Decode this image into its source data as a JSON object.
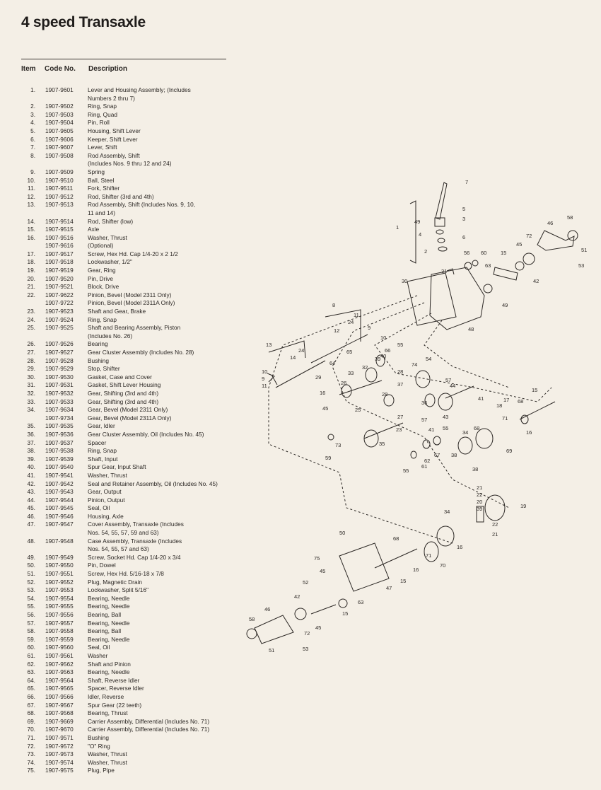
{
  "title": "4 speed Transaxle",
  "headers": {
    "item": "Item",
    "code": "Code No.",
    "description": "Description"
  },
  "rows": [
    {
      "item": "1.",
      "code": "1907-9601",
      "desc": "Lever and Housing Assembly; (Includes\nNumbers 2 thru 7)"
    },
    {
      "item": "2.",
      "code": "1907-9502",
      "desc": "Ring, Snap"
    },
    {
      "item": "3.",
      "code": "1907-9503",
      "desc": "Ring, Quad"
    },
    {
      "item": "4.",
      "code": "1907-9504",
      "desc": "Pin, Roll"
    },
    {
      "item": "5.",
      "code": "1907-9605",
      "desc": "Housing, Shift Lever"
    },
    {
      "item": "6.",
      "code": "1907-9606",
      "desc": "Keeper, Shift Lever"
    },
    {
      "item": "7.",
      "code": "1907-9607",
      "desc": "Lever, Shift"
    },
    {
      "item": "8.",
      "code": "1907-9508",
      "desc": "Rod Assembly, Shift\n(Includes Nos. 9 thru 12 and 24)"
    },
    {
      "item": "9.",
      "code": "1907-9509",
      "desc": "Spring"
    },
    {
      "item": "10.",
      "code": "1907-9510",
      "desc": "Ball, Steel"
    },
    {
      "item": "11.",
      "code": "1907-9511",
      "desc": "Fork, Shifter"
    },
    {
      "item": "12.",
      "code": "1907-9512",
      "desc": "Rod, Shifter (3rd and 4th)"
    },
    {
      "item": "13.",
      "code": "1907-9513",
      "desc": "Rod Assembly, Shift (Includes Nos. 9, 10,\n11 and 14)"
    },
    {
      "item": "14.",
      "code": "1907-9514",
      "desc": "Rod, Shifter (low)"
    },
    {
      "item": "15.",
      "code": "1907-9515",
      "desc": "Axle"
    },
    {
      "item": "16.",
      "code": "1907-9516",
      "desc": "Washer, Thrust"
    },
    {
      "item": "",
      "code": "1907-9616",
      "desc": "(Optional)"
    },
    {
      "item": "17.",
      "code": "1907-9517",
      "desc": "Screw, Hex Hd. Cap 1/4-20 x 2 1/2"
    },
    {
      "item": "18.",
      "code": "1907-9518",
      "desc": "Lockwasher, 1/2\""
    },
    {
      "item": "19.",
      "code": "1907-9519",
      "desc": "Gear, Ring"
    },
    {
      "item": "20.",
      "code": "1907-9520",
      "desc": "Pin, Drive"
    },
    {
      "item": "21.",
      "code": "1907-9521",
      "desc": "Block, Drive"
    },
    {
      "item": "22.",
      "code": "1907-9622",
      "desc": "Pinion, Bevel (Model 2311 Only)"
    },
    {
      "item": "",
      "code": "1907-9722",
      "desc": "Pinion, Bevel (Model 2311A Only)"
    },
    {
      "item": "23.",
      "code": "1907-9523",
      "desc": "Shaft and Gear, Brake"
    },
    {
      "item": "24.",
      "code": "1907-9524",
      "desc": "Ring, Snap"
    },
    {
      "item": "25.",
      "code": "1907-9525",
      "desc": "Shaft and Bearing Assembly, Piston\n(Includes No. 26)"
    },
    {
      "item": "26.",
      "code": "1907-9526",
      "desc": "Bearing"
    },
    {
      "item": "27.",
      "code": "1907-9527",
      "desc": "Gear Cluster Assembly (Includes No. 28)"
    },
    {
      "item": "28.",
      "code": "1907-9528",
      "desc": "Bushing"
    },
    {
      "item": "29.",
      "code": "1907-9529",
      "desc": "Stop, Shifter"
    },
    {
      "item": "30.",
      "code": "1907-9530",
      "desc": "Gasket, Case and Cover"
    },
    {
      "item": "31.",
      "code": "1907-9531",
      "desc": "Gasket, Shift Lever Housing"
    },
    {
      "item": "32.",
      "code": "1907-9532",
      "desc": "Gear, Shifting (3rd and 4th)"
    },
    {
      "item": "33.",
      "code": "1907-9533",
      "desc": "Gear, Shifting (3rd and 4th)"
    },
    {
      "item": "34.",
      "code": "1907-9634",
      "desc": "Gear, Bevel (Model 2311 Only)"
    },
    {
      "item": "",
      "code": "1907-9734",
      "desc": "Gear, Bevel (Model 2311A Only)"
    },
    {
      "item": "35.",
      "code": "1907-9535",
      "desc": "Gear, Idler"
    },
    {
      "item": "36.",
      "code": "1907-9536",
      "desc": "Gear Cluster Assembly, Oil (Includes No. 45)"
    },
    {
      "item": "37.",
      "code": "1907-9537",
      "desc": "Spacer"
    },
    {
      "item": "38.",
      "code": "1907-9538",
      "desc": "Ring, Snap"
    },
    {
      "item": "39.",
      "code": "1907-9539",
      "desc": "Shaft, Input"
    },
    {
      "item": "40.",
      "code": "1907-9540",
      "desc": "Spur Gear, Input Shaft"
    },
    {
      "item": "41.",
      "code": "1907-9541",
      "desc": "Washer, Thrust"
    },
    {
      "item": "42.",
      "code": "1907-9542",
      "desc": "Seal and Retainer Assembly, Oil (Includes No. 45)"
    },
    {
      "item": "43.",
      "code": "1907-9543",
      "desc": "Gear, Output"
    },
    {
      "item": "44.",
      "code": "1907-9544",
      "desc": "Pinion, Output"
    },
    {
      "item": "45.",
      "code": "1907-9545",
      "desc": "Seal, Oil"
    },
    {
      "item": "46.",
      "code": "1907-9546",
      "desc": "Housing, Axle"
    },
    {
      "item": "47.",
      "code": "1907-9547",
      "desc": "Cover Assembly, Transaxle (Includes\nNos. 54, 55, 57, 59 and 63)"
    },
    {
      "item": "48.",
      "code": "1907-9548",
      "desc": "Case Assembly, Transaxle (Includes\nNos. 54, 55, 57 and 63)"
    },
    {
      "item": "49.",
      "code": "1907-9549",
      "desc": "Screw, Socket Hd. Cap 1/4-20 x 3/4"
    },
    {
      "item": "50.",
      "code": "1907-9550",
      "desc": "Pin, Dowel"
    },
    {
      "item": "51.",
      "code": "1907-9551",
      "desc": "Screw, Hex Hd. 5/16-18 x 7/8"
    },
    {
      "item": "52.",
      "code": "1907-9552",
      "desc": "Plug, Magnetic Drain"
    },
    {
      "item": "53.",
      "code": "1907-9553",
      "desc": "Lockwasher, Split 5/16\""
    },
    {
      "item": "54.",
      "code": "1907-9554",
      "desc": "Bearing, Needle"
    },
    {
      "item": "55.",
      "code": "1907-9555",
      "desc": "Bearing, Needle"
    },
    {
      "item": "56.",
      "code": "1907-9556",
      "desc": "Bearing, Ball"
    },
    {
      "item": "57.",
      "code": "1907-9557",
      "desc": "Bearing, Needle"
    },
    {
      "item": "58.",
      "code": "1907-9558",
      "desc": "Bearing, Ball"
    },
    {
      "item": "59.",
      "code": "1907-9559",
      "desc": "Bearing, Needle"
    },
    {
      "item": "60.",
      "code": "1907-9560",
      "desc": "Seal, Oil"
    },
    {
      "item": "61.",
      "code": "1907-9561",
      "desc": "Washer"
    },
    {
      "item": "62.",
      "code": "1907-9562",
      "desc": "Shaft and Pinion"
    },
    {
      "item": "63.",
      "code": "1907-9563",
      "desc": "Bearing, Needle"
    },
    {
      "item": "64.",
      "code": "1907-9564",
      "desc": "Shaft, Reverse Idler"
    },
    {
      "item": "65.",
      "code": "1907-9565",
      "desc": "Spacer, Reverse Idler"
    },
    {
      "item": "66.",
      "code": "1907-9566",
      "desc": "Idler, Reverse"
    },
    {
      "item": "67.",
      "code": "1907-9567",
      "desc": "Spur Gear (22 teeth)"
    },
    {
      "item": "68.",
      "code": "1907-9568",
      "desc": "Bearing, Thrust"
    },
    {
      "item": "69.",
      "code": "1907-9669",
      "desc": "Carrier Assembly, Differential (Includes No. 71)"
    },
    {
      "item": "70.",
      "code": "1907-9670",
      "desc": "Carrier Assembly, Differential (Includes No. 71)"
    },
    {
      "item": "71.",
      "code": "1907-9571",
      "desc": "Bushing"
    },
    {
      "item": "72.",
      "code": "1907-9572",
      "desc": "\"O\" Ring"
    },
    {
      "item": "73.",
      "code": "1907-9573",
      "desc": "Washer, Thrust"
    },
    {
      "item": "74.",
      "code": "1907-9574",
      "desc": "Washer, Thrust"
    },
    {
      "item": "75.",
      "code": "1907-9575",
      "desc": "Plug, Pipe"
    }
  ],
  "diagram_labels": [
    {
      "id": "l7",
      "text": "7"
    },
    {
      "id": "l5",
      "text": "5"
    },
    {
      "id": "l3",
      "text": "3"
    },
    {
      "id": "l49a",
      "text": "49"
    },
    {
      "id": "l4",
      "text": "4"
    },
    {
      "id": "l1",
      "text": "1"
    },
    {
      "id": "l6",
      "text": "6"
    },
    {
      "id": "l2",
      "text": "2"
    },
    {
      "id": "l58a",
      "text": "58"
    },
    {
      "id": "l46a",
      "text": "46"
    },
    {
      "id": "l72a",
      "text": "72"
    },
    {
      "id": "l51a",
      "text": "51"
    },
    {
      "id": "l53a",
      "text": "53"
    },
    {
      "id": "l45a",
      "text": "45"
    },
    {
      "id": "l56",
      "text": "56"
    },
    {
      "id": "l60",
      "text": "60"
    },
    {
      "id": "l15a",
      "text": "15"
    },
    {
      "id": "l63a",
      "text": "63"
    },
    {
      "id": "l42a",
      "text": "42"
    },
    {
      "id": "l31",
      "text": "31"
    },
    {
      "id": "l30",
      "text": "30"
    },
    {
      "id": "l49b",
      "text": "49"
    },
    {
      "id": "l48",
      "text": "48"
    },
    {
      "id": "l8",
      "text": "8"
    },
    {
      "id": "l11",
      "text": "11"
    },
    {
      "id": "l24a",
      "text": "24"
    },
    {
      "id": "l9a",
      "text": "9"
    },
    {
      "id": "l12",
      "text": "12"
    },
    {
      "id": "l10a",
      "text": "10"
    },
    {
      "id": "l13",
      "text": "13"
    },
    {
      "id": "l24b",
      "text": "24"
    },
    {
      "id": "l14",
      "text": "14"
    },
    {
      "id": "l65",
      "text": "65"
    },
    {
      "id": "l66",
      "text": "66"
    },
    {
      "id": "l55a",
      "text": "55"
    },
    {
      "id": "l40",
      "text": "40"
    },
    {
      "id": "l74",
      "text": "74"
    },
    {
      "id": "l54",
      "text": "54"
    },
    {
      "id": "l64",
      "text": "64"
    },
    {
      "id": "l39",
      "text": "39"
    },
    {
      "id": "l32",
      "text": "32"
    },
    {
      "id": "l28a",
      "text": "28"
    },
    {
      "id": "l33",
      "text": "33"
    },
    {
      "id": "l10b",
      "text": "10"
    },
    {
      "id": "l9b",
      "text": "9"
    },
    {
      "id": "l11b",
      "text": "11"
    },
    {
      "id": "l29",
      "text": "29"
    },
    {
      "id": "l26",
      "text": "26"
    },
    {
      "id": "l37",
      "text": "37"
    },
    {
      "id": "l16a",
      "text": "16"
    },
    {
      "id": "l57a",
      "text": "57"
    },
    {
      "id": "l28b",
      "text": "28"
    },
    {
      "id": "l36",
      "text": "36"
    },
    {
      "id": "l44",
      "text": "44"
    },
    {
      "id": "l41",
      "text": "41"
    },
    {
      "id": "l45b",
      "text": "45"
    },
    {
      "id": "l25",
      "text": "25"
    },
    {
      "id": "l27",
      "text": "27"
    },
    {
      "id": "l43",
      "text": "43"
    },
    {
      "id": "l15b",
      "text": "15"
    },
    {
      "id": "l17",
      "text": "17"
    },
    {
      "id": "l18",
      "text": "18"
    },
    {
      "id": "l68a",
      "text": "68"
    },
    {
      "id": "l57b",
      "text": "57"
    },
    {
      "id": "l71a",
      "text": "71"
    },
    {
      "id": "l41b",
      "text": "41"
    },
    {
      "id": "l23",
      "text": "23"
    },
    {
      "id": "l55b",
      "text": "55"
    },
    {
      "id": "l16b",
      "text": "16"
    },
    {
      "id": "l34a",
      "text": "34"
    },
    {
      "id": "l68b",
      "text": "68"
    },
    {
      "id": "l69",
      "text": "69"
    },
    {
      "id": "l35",
      "text": "35"
    },
    {
      "id": "l73a",
      "text": "73"
    },
    {
      "id": "l59",
      "text": "59"
    },
    {
      "id": "l62",
      "text": "62"
    },
    {
      "id": "l67",
      "text": "67"
    },
    {
      "id": "l61",
      "text": "61"
    },
    {
      "id": "l55c",
      "text": "55"
    },
    {
      "id": "l38a",
      "text": "38"
    },
    {
      "id": "l38b",
      "text": "38"
    },
    {
      "id": "l21a",
      "text": "21"
    },
    {
      "id": "l22a",
      "text": "22"
    },
    {
      "id": "l20",
      "text": "20"
    },
    {
      "id": "l39b",
      "text": "39"
    },
    {
      "id": "l19",
      "text": "19"
    },
    {
      "id": "l22b",
      "text": "22"
    },
    {
      "id": "l21b",
      "text": "21"
    },
    {
      "id": "l34b",
      "text": "34"
    },
    {
      "id": "l50",
      "text": "50"
    },
    {
      "id": "l68c",
      "text": "68"
    },
    {
      "id": "l71b",
      "text": "71"
    },
    {
      "id": "l16c",
      "text": "16"
    },
    {
      "id": "l70",
      "text": "70"
    },
    {
      "id": "l75",
      "text": "75"
    },
    {
      "id": "l45c",
      "text": "45"
    },
    {
      "id": "l52",
      "text": "52"
    },
    {
      "id": "l47",
      "text": "47"
    },
    {
      "id": "l16d",
      "text": "16"
    },
    {
      "id": "l15c",
      "text": "15"
    },
    {
      "id": "l42b",
      "text": "42"
    },
    {
      "id": "l63b",
      "text": "63"
    },
    {
      "id": "l46b",
      "text": "46"
    },
    {
      "id": "l15d",
      "text": "15"
    },
    {
      "id": "l58b",
      "text": "58"
    },
    {
      "id": "l72b",
      "text": "72"
    },
    {
      "id": "l45d",
      "text": "45"
    },
    {
      "id": "l51b",
      "text": "51"
    },
    {
      "id": "l53b",
      "text": "53"
    }
  ]
}
